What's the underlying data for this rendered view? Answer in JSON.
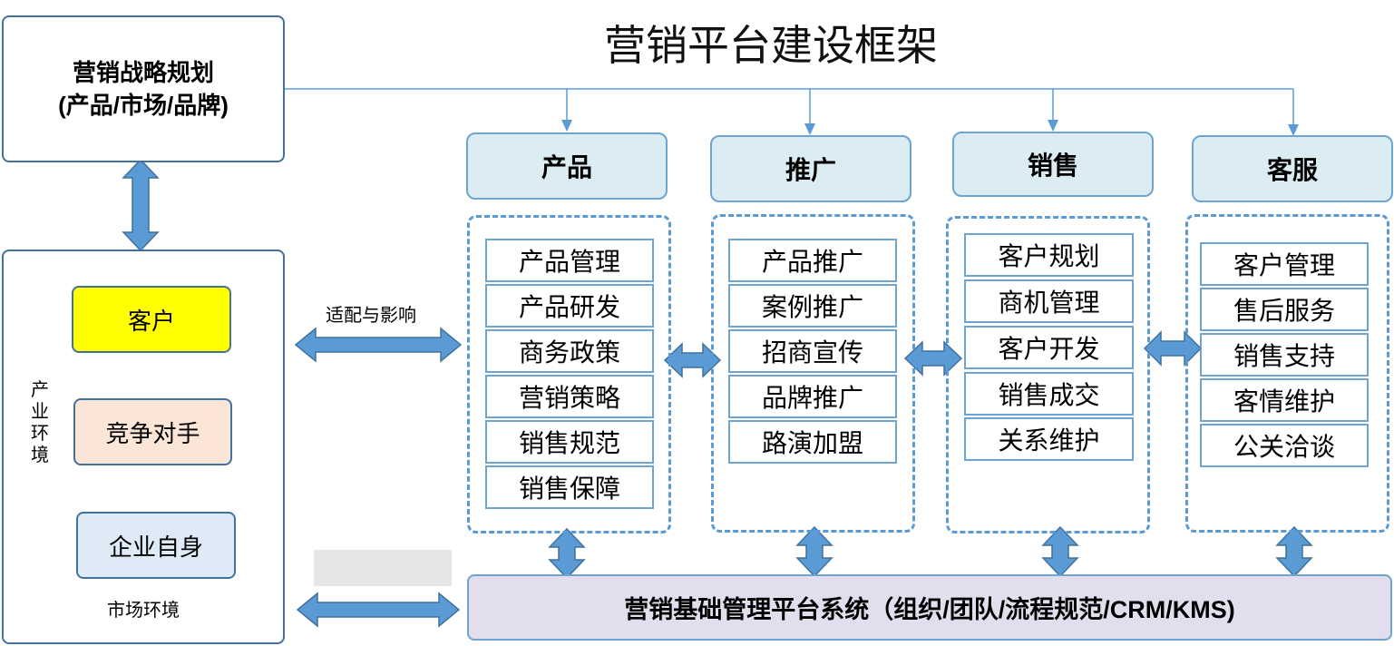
{
  "title": "营销平台建设框架",
  "strategy": {
    "line1": "营销战略规划",
    "line2": "(产品/市场/品牌)"
  },
  "environment": {
    "customer": "客户",
    "competitor": "竞争对手",
    "self": "企业自身",
    "industry_label": [
      "产",
      "业",
      "环",
      "境"
    ],
    "market_label": "市场环境"
  },
  "adapt_label": "适配与影响",
  "columns": [
    {
      "header": "产品",
      "items": [
        "产品管理",
        "产品研发",
        "商务政策",
        "营销策略",
        "销售规范",
        "销售保障"
      ]
    },
    {
      "header": "推广",
      "items": [
        "产品推广",
        "案例推广",
        "招商宣传",
        "品牌推广",
        "路演加盟"
      ]
    },
    {
      "header": "销售",
      "items": [
        "客户规划",
        "商机管理",
        "客户开发",
        "销售成交",
        "关系维护"
      ]
    },
    {
      "header": "客服",
      "items": [
        "客户管理",
        "售后服务",
        "销售支持",
        "客情维护",
        "公关洽谈"
      ]
    }
  ],
  "platform": "营销基础管理平台系统（组织/团队/流程规范/CRM/KMS)",
  "colors": {
    "arrow_fill": "#5b9bd5",
    "arrow_stroke": "#41719c",
    "customer_bg": "#ffff00",
    "competitor_bg": "#fbe5d6",
    "self_bg": "#deebf7",
    "header_bg": "#dcecf3",
    "platform_bg": "#e2deee"
  }
}
